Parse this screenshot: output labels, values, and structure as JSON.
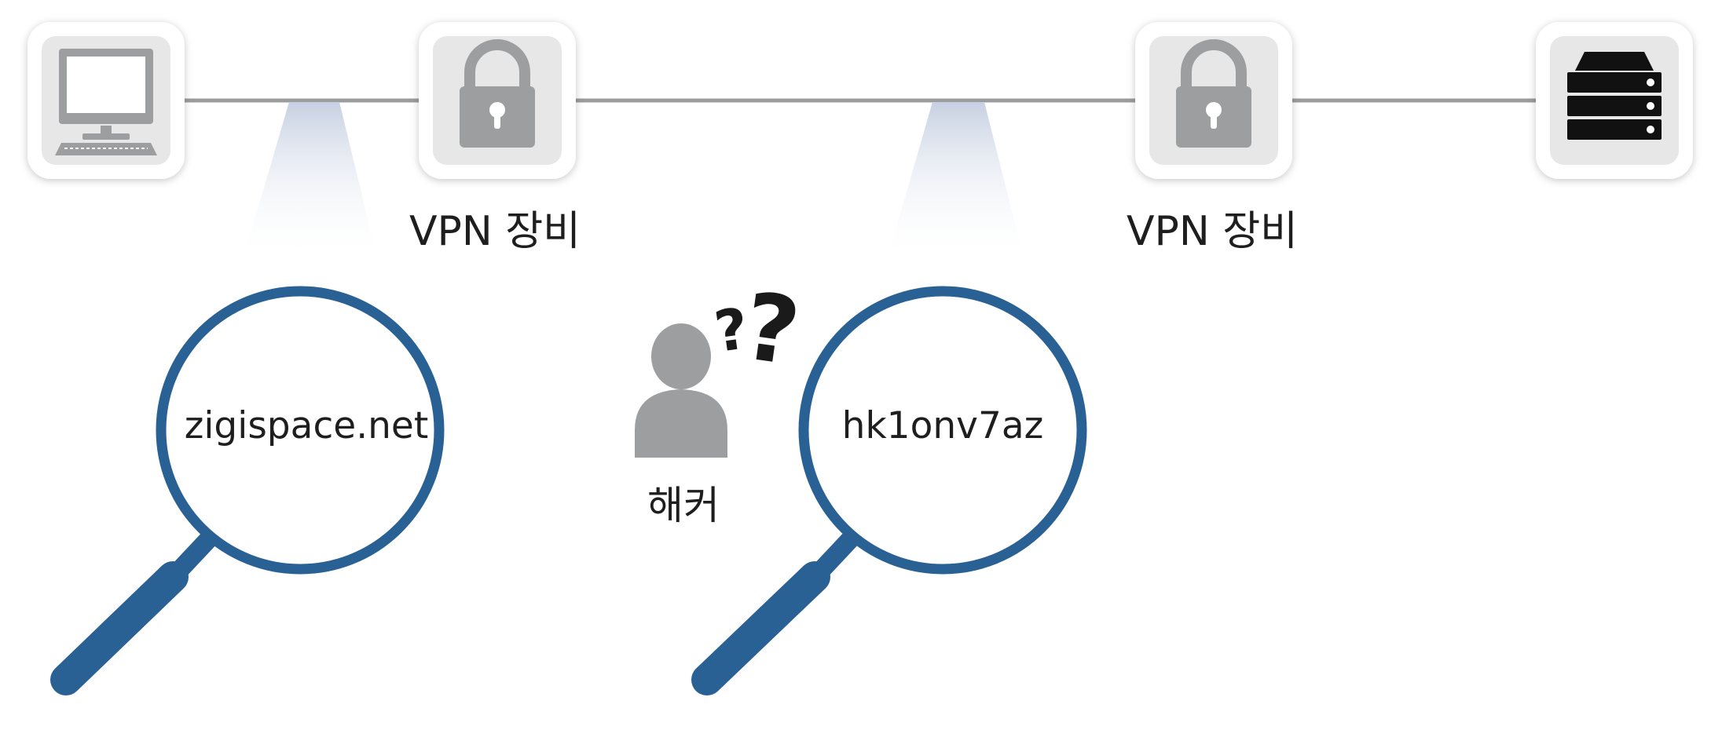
{
  "nodes": {
    "client": {
      "icon": "computer-icon"
    },
    "vpn_left": {
      "icon": "padlock-icon",
      "label": "VPN 장비"
    },
    "vpn_right": {
      "icon": "padlock-icon",
      "label": "VPN 장비"
    },
    "server": {
      "icon": "server-icon"
    }
  },
  "hacker": {
    "icon": "person-icon",
    "label": "해커",
    "mark": "?"
  },
  "lenses": [
    {
      "icon": "magnifier-icon",
      "text": "zigispace.net"
    },
    {
      "icon": "magnifier-icon",
      "text": "hk1onv7az"
    }
  ],
  "colors": {
    "line": "#9a9c9e",
    "icon_gray": "#9d9e9f",
    "tile_bg": "#e7e7e8",
    "magnifier": "#2a6195",
    "beam": "#cdd5e4",
    "question": "#1a1a1a"
  }
}
